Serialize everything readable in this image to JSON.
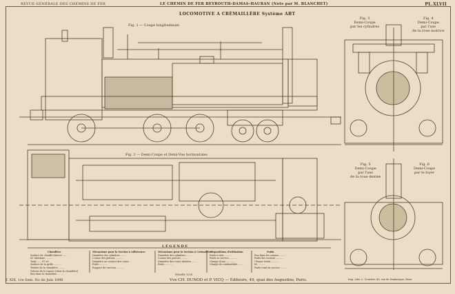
{
  "header": {
    "left": "REVUE GÉNÉRALE DES CHEMINS DE FER",
    "center": "LE CHEMIN DE FER BEYROUTH-DAMAS-HAURAN (Note par M. BLANCHET)",
    "right": "PL.XLVII"
  },
  "title": "LOCOMOTIVE A CRÉMAILLÈRE Système ABT",
  "figures": {
    "fig1": "Fig. 1 — Coupe longitudinale",
    "fig2": "Fig. 2 — Demi-Coupe et Demi-Vue horizontales",
    "fig3": [
      "Fig. 3",
      "Demi-Coupe",
      "par les cylindres"
    ],
    "fig4": [
      "Fig. 4",
      "Demi-Coupe",
      "par l'axe",
      "de la roue motrice"
    ],
    "fig5": [
      "Fig. 5",
      "Demi-Coupe",
      "par l'axe",
      "de la roue dentée"
    ],
    "fig6": [
      "Fig. 6",
      "Demi-Coupe",
      "par le foyer"
    ]
  },
  "legend": {
    "title": "LÉGENDE",
    "col1": {
      "head": "Chaudière",
      "lines": [
        "Surface de chauffe directe ......",
        "Id. tubulaire ..........",
        "Total ...... 87 m²",
        "Surface de la grille ..........",
        "Timbre de la chaudière ........",
        "Volume de la vapeur (dans la chaudière)",
        "Eau dans la chaudière ........"
      ]
    },
    "col2": {
      "head": "Mécanisme pour la Section à Adhérence",
      "lines": [
        "Diamètre des cylindres ........",
        "Course des pistons ..........",
        "Diamètre au contact des roues ...",
        "Poids ..........",
        "Rapport de traction .........."
      ]
    },
    "col3": {
      "head": "Mécanisme pour la Section à Crémaillère",
      "lines": [
        "Diamètre des cylindres ........",
        "Course des pistons ..........",
        "Diamètre des roues dentées ......",
        "Poids .........."
      ]
    },
    "col4": {
      "head": "Dispositions d'utilisation",
      "lines": [
        "Poids à vide ..........",
        "Poids en service ..........",
        "Charge d'eau ..........",
        "Charge de combustible ........"
      ]
    },
    "col5": {
      "head": "Poids",
      "lines": [
        "Eau dans les caisses ........",
        "Poids des essieux ..........",
        "Charge totale ..........",
        "Id. ..........",
        "Poids total en service ........"
      ]
    }
  },
  "scale": "Échelle 1/30",
  "footer": {
    "left": "T. XIX, 1re Sem. No de Juin 1896",
    "center": "Vve CH. DUNOD et P. VICQ — Éditeurs, 49, quai des Augustins, Paris.",
    "right": "Imp. Lith. L. Courtier, 43, rue de Dunkerque, Paris"
  }
}
